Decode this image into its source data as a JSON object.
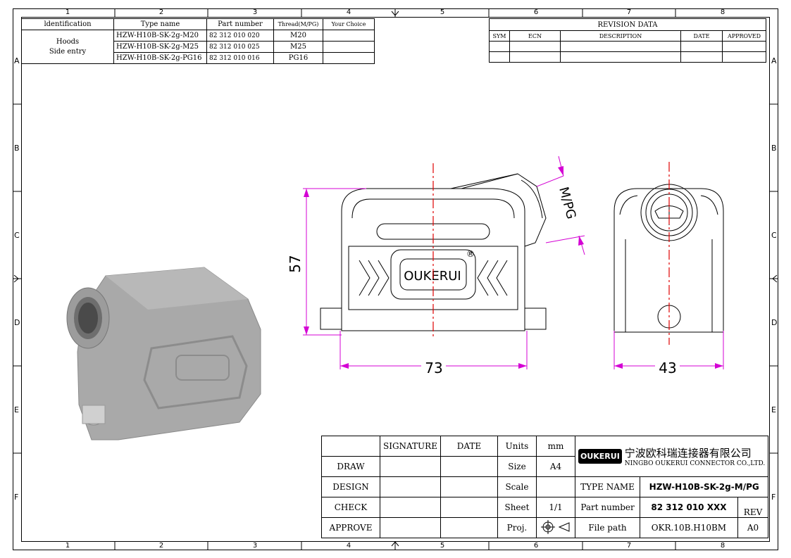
{
  "border": {
    "columns": [
      "1",
      "2",
      "3",
      "4",
      "5",
      "6",
      "7",
      "8"
    ],
    "rows": [
      "A",
      "B",
      "C",
      "D",
      "E",
      "F"
    ]
  },
  "id_table": {
    "headers": [
      "ldentification",
      "Type name",
      "Part number",
      "Thread(M/PG)",
      "Your Choice"
    ],
    "identification": [
      "Hoods",
      "Side entry"
    ],
    "rows": [
      {
        "type": "HZW-H10B-SK-2g-M20",
        "part": "82 312 010 020",
        "thread": "M20"
      },
      {
        "type": "HZW-H10B-SK-2g-M25",
        "part": "82 312 010 025",
        "thread": "M25"
      },
      {
        "type": "HZW-H10B-SK-2g-PG16",
        "part": "82 312 010 016",
        "thread": "PG16"
      }
    ]
  },
  "revision": {
    "title": "REVISION DATA",
    "headers": [
      "SYM",
      "ECN",
      "DESCRIPTION",
      "DATE",
      "APPROVED"
    ]
  },
  "drawing": {
    "dim_height": "57",
    "dim_width": "73",
    "dim_depth": "43",
    "dim_thread": "M/PG",
    "logo_text": "OUKERUI",
    "registered": "®",
    "dimension_color": "#d400d4",
    "centerline_color": "#e00000",
    "photo_color": "#a9a9a9"
  },
  "title_block": {
    "sig_headers": [
      "SIGNATURE",
      "DATE"
    ],
    "roles": [
      "DRAW",
      "DESIGN",
      "CHECK",
      "APPROVE"
    ],
    "units_label": "Units",
    "units_value": "mm",
    "size_label": "Size",
    "size_value": "A4",
    "scale_label": "Scale",
    "scale_value": "",
    "sheet_label": "Sheet",
    "sheet_value": "1/1",
    "proj_label": "Proj.",
    "company_cn": "宁波欧科瑞连接器有限公司",
    "company_en": "NINGBO OUKERUI CONNECTOR CO.,LTD.",
    "logo": "OUKERUI",
    "type_name_label": "TYPE NAME",
    "type_name_value": "HZW-H10B-SK-2g-M/PG",
    "part_number_label": "Part number",
    "part_number_value": "82 312 010 XXX",
    "rev_label": "REV",
    "file_path_label": "File path",
    "file_path_value": "OKR.10B.H10BM",
    "rev_value": "A0"
  }
}
